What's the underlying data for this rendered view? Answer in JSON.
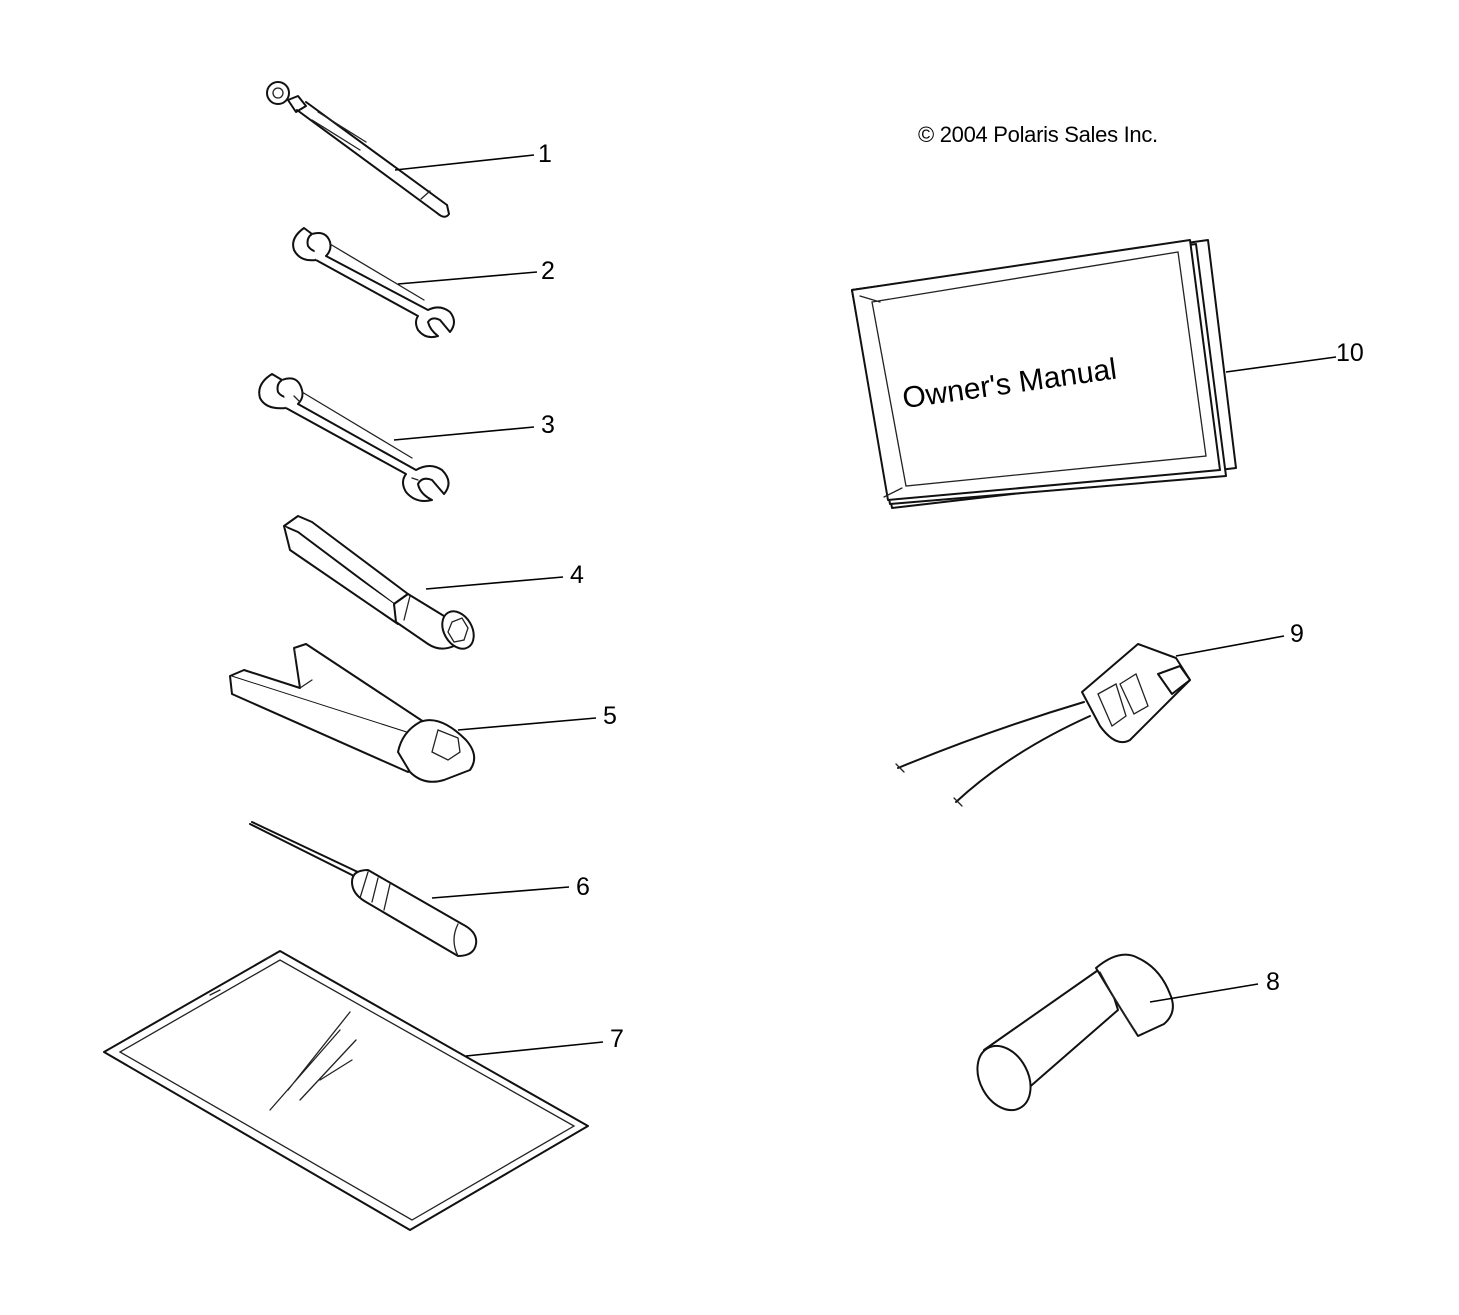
{
  "copyright": "© 2004 Polaris Sales Inc.",
  "manual_title": "Owner's Manual",
  "callouts": [
    "1",
    "2",
    "3",
    "4",
    "5",
    "6",
    "7",
    "8",
    "9",
    "10"
  ],
  "parts": [
    {
      "callout": "1",
      "icon": "spark-plug-gauge-tool-icon"
    },
    {
      "callout": "2",
      "icon": "open-end-wrench-small-icon"
    },
    {
      "callout": "3",
      "icon": "open-end-wrench-large-icon"
    },
    {
      "callout": "4",
      "icon": "socket-tube-wrench-icon"
    },
    {
      "callout": "5",
      "icon": "tool-pouch-clip-icon"
    },
    {
      "callout": "6",
      "icon": "screwdriver-icon"
    },
    {
      "callout": "7",
      "icon": "tool-bag-icon"
    },
    {
      "callout": "8",
      "icon": "cylinder-plug-icon"
    },
    {
      "callout": "9",
      "icon": "wire-harness-connector-icon"
    },
    {
      "callout": "10",
      "icon": "owners-manual-icon"
    }
  ]
}
